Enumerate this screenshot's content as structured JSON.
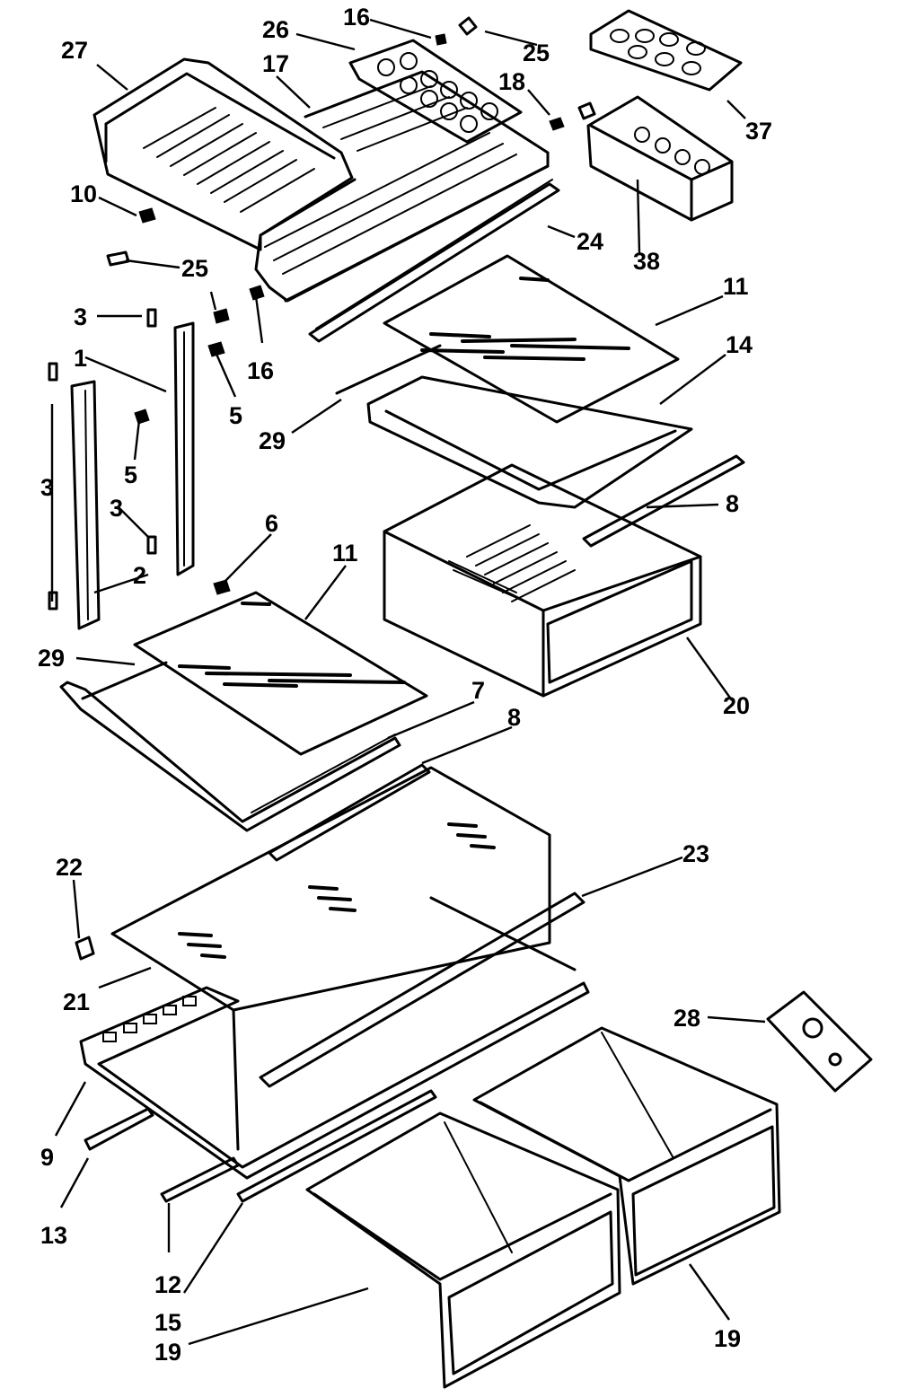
{
  "callouts": [
    {
      "id": "c27a",
      "text": "27"
    },
    {
      "id": "c26a",
      "text": "26"
    },
    {
      "id": "c16a",
      "text": "16"
    },
    {
      "id": "c25a",
      "text": "25"
    },
    {
      "id": "c17a",
      "text": "17"
    },
    {
      "id": "c18a",
      "text": "18"
    },
    {
      "id": "c37a",
      "text": "37"
    },
    {
      "id": "c10a",
      "text": "10"
    },
    {
      "id": "c24a",
      "text": "24"
    },
    {
      "id": "c38a",
      "text": "38"
    },
    {
      "id": "c25b",
      "text": "25"
    },
    {
      "id": "c11a",
      "text": "11"
    },
    {
      "id": "c3a",
      "text": "3"
    },
    {
      "id": "c16b",
      "text": "16"
    },
    {
      "id": "c14a",
      "text": "14"
    },
    {
      "id": "c1a",
      "text": "1"
    },
    {
      "id": "c5a",
      "text": "5"
    },
    {
      "id": "c29a",
      "text": "29"
    },
    {
      "id": "c5b",
      "text": "5"
    },
    {
      "id": "c3b",
      "text": "3"
    },
    {
      "id": "c3c",
      "text": "3"
    },
    {
      "id": "c8a",
      "text": "8"
    },
    {
      "id": "c6a",
      "text": "6"
    },
    {
      "id": "c11b",
      "text": "11"
    },
    {
      "id": "c2a",
      "text": "2"
    },
    {
      "id": "c29b",
      "text": "29"
    },
    {
      "id": "c20a",
      "text": "20"
    },
    {
      "id": "c7a",
      "text": "7"
    },
    {
      "id": "c8b",
      "text": "8"
    },
    {
      "id": "c23a",
      "text": "23"
    },
    {
      "id": "c22a",
      "text": "22"
    },
    {
      "id": "c21a",
      "text": "21"
    },
    {
      "id": "c28a",
      "text": "28"
    },
    {
      "id": "c9a",
      "text": "9"
    },
    {
      "id": "c13a",
      "text": "13"
    },
    {
      "id": "c12a",
      "text": "12"
    },
    {
      "id": "c15a",
      "text": "15"
    },
    {
      "id": "c19a",
      "text": "19"
    },
    {
      "id": "c19b",
      "text": "19"
    }
  ]
}
